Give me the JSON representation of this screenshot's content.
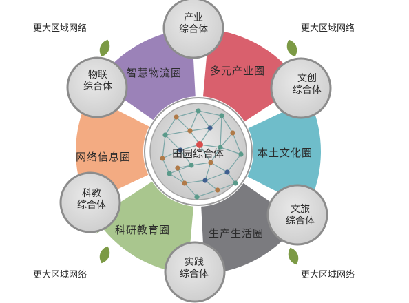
{
  "center": {
    "label": "田园综合体",
    "network_color": "#7ba6a7"
  },
  "corner_label": "更大区域网络",
  "corners": [
    {
      "label": "更大区域网络"
    },
    {
      "label": "更大区域网络"
    },
    {
      "label": "更大区域网络"
    },
    {
      "label": "更大区域网络"
    }
  ],
  "circles": [
    {
      "line1": "产业",
      "line2": "综合体"
    },
    {
      "line1": "文创",
      "line2": "综合体"
    },
    {
      "line1": "文旅",
      "line2": "综合体"
    },
    {
      "line1": "实践",
      "line2": "综合体"
    },
    {
      "line1": "科教",
      "line2": "综合体"
    },
    {
      "line1": "物联",
      "line2": "综合体"
    }
  ],
  "rings": [
    {
      "label": "多元产业圈",
      "color": "#d9606d"
    },
    {
      "label": "本土文化圈",
      "color": "#6fbdca"
    },
    {
      "label": "生产生活圈",
      "color": "#7b7b7f"
    },
    {
      "label": "科研教育圈",
      "color": "#a9c68e"
    },
    {
      "label": "网络信息圈",
      "color": "#f3ab82"
    },
    {
      "label": "智慧物流圈",
      "color": "#9b82b8"
    }
  ],
  "colors": {
    "satellite_fill": "#d8d8d8",
    "satellite_stroke": "#8c8c8c",
    "leaf": "#7c9a45",
    "node_blue": "#3f5f8f",
    "node_brown": "#b07a48",
    "node_red": "#d84c4c",
    "node_green": "#5a9a8a"
  }
}
